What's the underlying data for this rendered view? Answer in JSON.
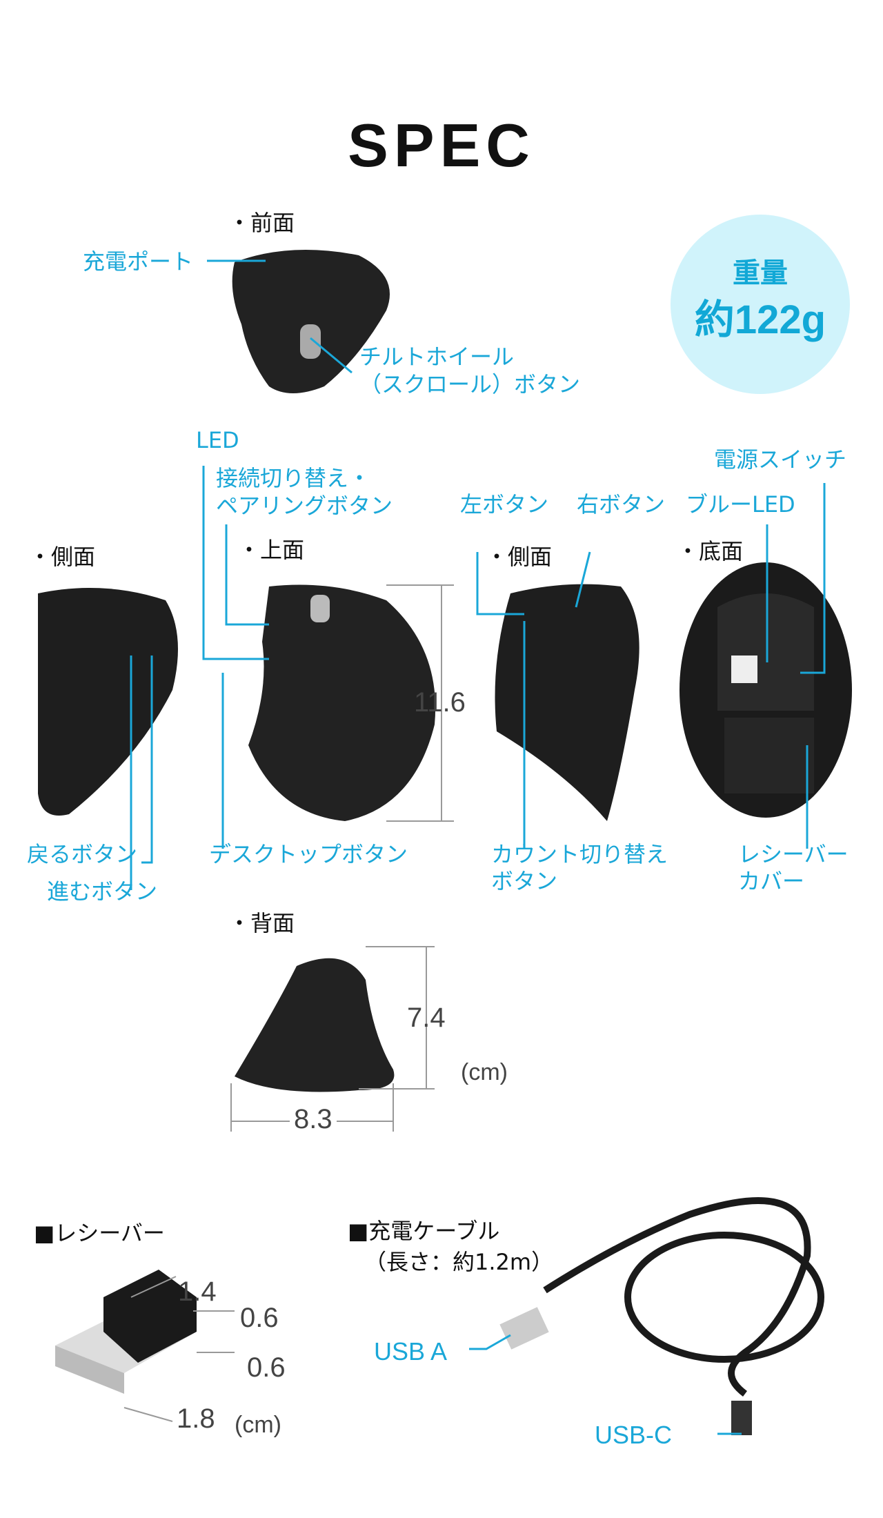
{
  "title": "SPEC",
  "weight": {
    "label": "重量",
    "value": "約122g"
  },
  "views": {
    "front": "・前面",
    "side_left": "・側面",
    "top": "・上面",
    "side_right": "・側面",
    "bottom": "・底面",
    "back": "・背面"
  },
  "callouts": {
    "charge_port": "充電ポート",
    "tilt_wheel_1": "チルトホイール",
    "tilt_wheel_2": "（スクロール）ボタン",
    "led": "LED",
    "pairing_1": "接続切り替え・",
    "pairing_2": "ペアリングボタン",
    "left_button": "左ボタン",
    "right_button": "右ボタン",
    "blue_led": "ブルーLED",
    "power_switch": "電源スイッチ",
    "back_button": "戻るボタン",
    "forward_button": "進むボタン",
    "desktop_button": "デスクトップボタン",
    "count_switch_1": "カウント切り替え",
    "count_switch_2": "ボタン",
    "receiver_cover_1": "レシーバー",
    "receiver_cover_2": "カバー",
    "usb_a": "USB A",
    "usb_c": "USB-C"
  },
  "dimensions": {
    "height": "11.6",
    "back_height": "7.4",
    "width": "8.3",
    "unit": "(cm)"
  },
  "receiver": {
    "heading": "■レシーバー",
    "d1": "1.4",
    "d2": "0.6",
    "d3": "0.6",
    "d4": "1.8",
    "unit": "(cm)"
  },
  "cable": {
    "heading": "■充電ケーブル",
    "length": "（長さ：約1.2m）"
  }
}
